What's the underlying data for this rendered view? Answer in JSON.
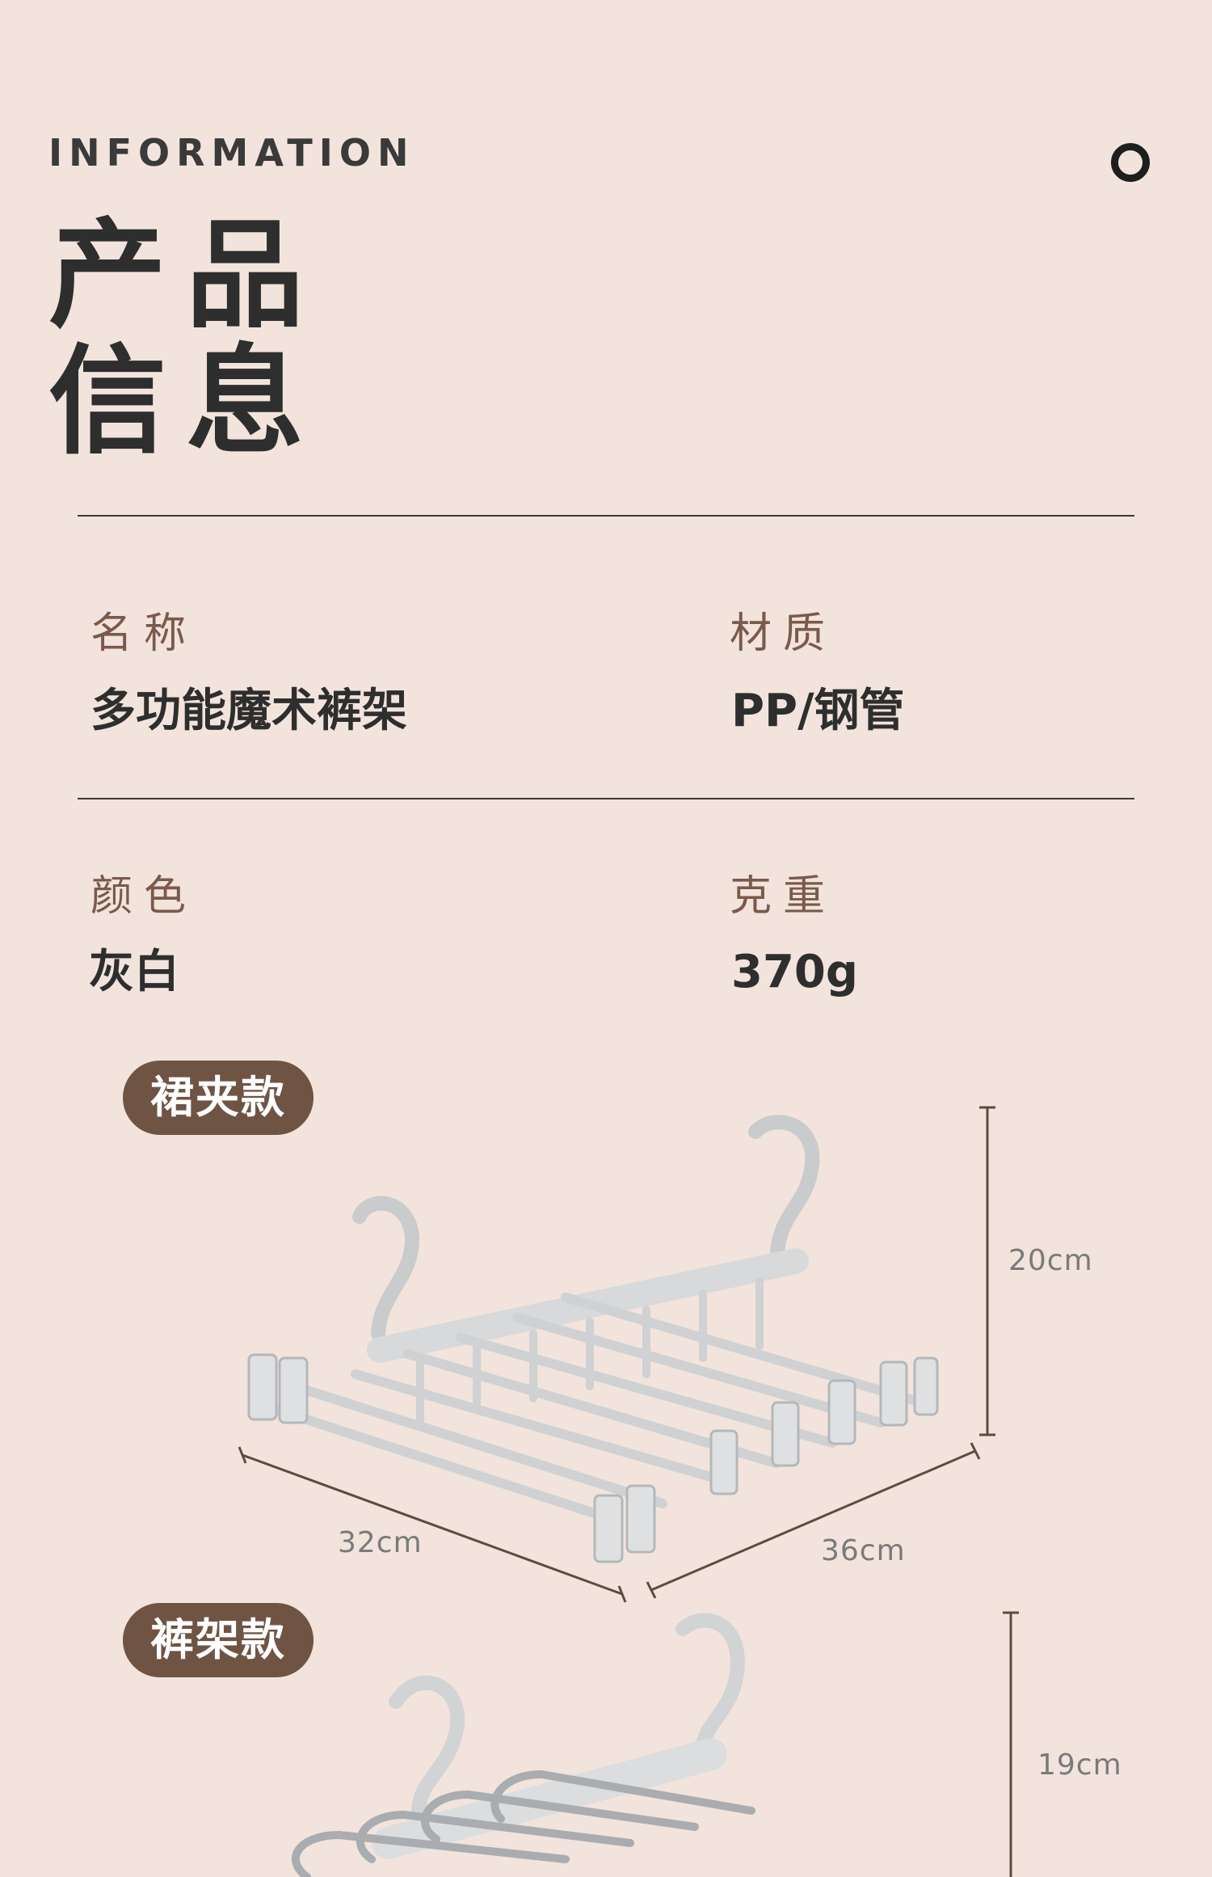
{
  "header": {
    "eyebrow": "INFORMATION",
    "title_line_1": "产品",
    "title_line_2": "信息"
  },
  "info": {
    "name_label": "名称",
    "name_value": "多功能魔术裤架",
    "material_label": "材质",
    "material_value": "PP/钢管",
    "color_label": "颜色",
    "color_value": "灰白",
    "weight_label": "克重",
    "weight_value": "370g"
  },
  "variants": [
    {
      "badge": "裙夹款",
      "height": "20cm",
      "width": "32cm",
      "depth": "36cm"
    },
    {
      "badge": "裤架款",
      "height": "19cm"
    }
  ],
  "colors": {
    "background": "#f2e4dc",
    "badge": "#6f5444",
    "label": "#7a5a4c",
    "text": "#2e2e2e"
  },
  "icons": [
    "circle-icon"
  ]
}
